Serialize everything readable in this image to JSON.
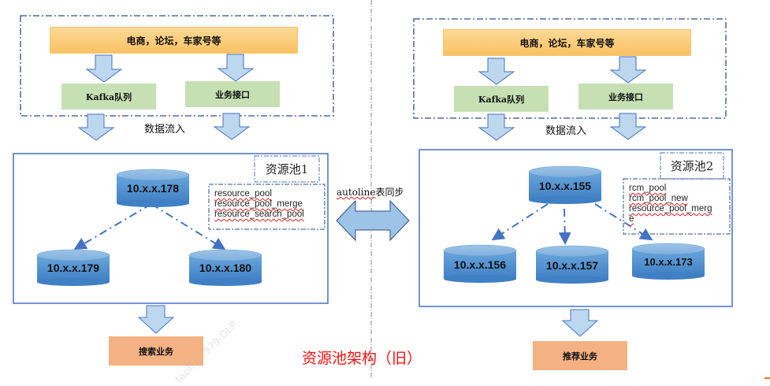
{
  "divider": {
    "style": "dash-dot vertical"
  },
  "left": {
    "source_label": "电商，论坛，车家号等",
    "ingest": [
      "Kafka队列",
      "业务接口"
    ],
    "flow_label": "数据流入",
    "pool_title": "资源池1",
    "tables": [
      "resource_pool",
      "resource_pool_merge",
      "resource_search_pool"
    ],
    "master": "10.x.x.178",
    "replicas": [
      "10.x.x.179",
      "10.x.x.180"
    ],
    "consumer": "搜索业务"
  },
  "right": {
    "source_label": "电商，论坛，车家号等",
    "ingest": [
      "Kafka队列",
      "业务接口"
    ],
    "flow_label": "数据流入",
    "pool_title": "资源池2",
    "tables": [
      "rcm_pool",
      "rcm_pool_new",
      "resource_pool_merg",
      "e"
    ],
    "master": "10.x.x.155",
    "replicas": [
      "10.x.x.156",
      "10.x.x.157",
      "10.x.x.173"
    ],
    "consumer": "推荐业务"
  },
  "sync": {
    "label_underlined": "autoline",
    "label_rest": "表同步"
  },
  "caption": "资源池架构（旧）",
  "watermark": "taohu...979-DLP",
  "colors": {
    "source_fill": "#f9c86c",
    "ingest_fill": "#c6e0b4",
    "consumer_fill": "#f4b183",
    "cylinder_fill": "#5b9bd5",
    "arrow_fill": "#bdd7ee",
    "border": "#4472c4",
    "caption": "#ff1010"
  }
}
